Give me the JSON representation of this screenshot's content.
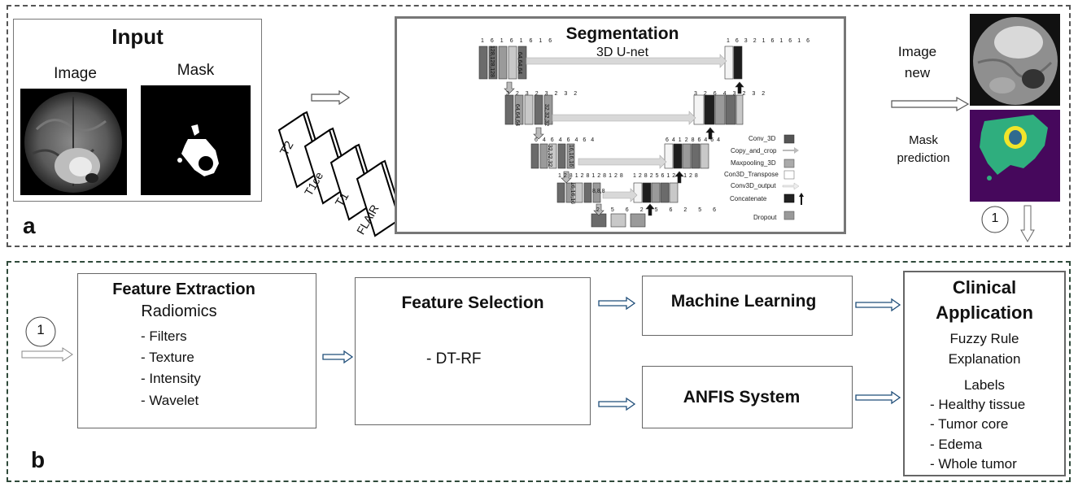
{
  "panel_a": {
    "label": "a",
    "input": {
      "title": "Input",
      "image_label": "Image",
      "mask_label": "Mask"
    },
    "modalities": [
      "T2",
      "T1ce",
      "T1",
      "FLAIR"
    ],
    "segmentation": {
      "title": "Segmentation",
      "subtitle": "3D U-net",
      "legend": [
        "Conv_3D",
        "Copy_and_crop",
        "Maxpooling_3D",
        "Con3D_Transpose",
        "Conv3D_output",
        "Concatenate",
        "Dropout"
      ],
      "channel_labels": {
        "l1_left": [
          "16",
          "16",
          "16",
          "16"
        ],
        "l2_left": [
          "32",
          "32",
          "32",
          "32"
        ],
        "l3_left": [
          "64",
          "64",
          "64",
          "64"
        ],
        "l4_left": [
          "128",
          "128",
          "128",
          "128"
        ],
        "bottom": [
          "256",
          "256",
          "256"
        ],
        "l4_right": [
          "128",
          "256",
          "128",
          "128"
        ],
        "l3_right": [
          "64",
          "128",
          "64",
          "64"
        ],
        "l2_right": [
          "32",
          "64",
          "32",
          "32"
        ],
        "l1_right": [
          "16",
          "32",
          "16",
          "16",
          "16"
        ]
      },
      "dim_labels": {
        "l1": "128,128,128",
        "l1_out": "64,64,64",
        "l2": "64,64,64",
        "l2_out": "32,32,32",
        "l3": "32,32,32",
        "l3_out": "16,16,16",
        "l4": "16,16,16",
        "l4_out": "8,8,8"
      }
    },
    "output": {
      "image_label_1": "Image",
      "image_label_2": "new",
      "mask_label_1": "Mask",
      "mask_label_2": "prediction"
    },
    "connector": "1"
  },
  "panel_b": {
    "label": "b",
    "connector": "1",
    "feature_extraction": {
      "title_1": "Feature Extraction",
      "title_2": "Radiomics",
      "items": [
        "- Filters",
        "- Texture",
        "- Intensity",
        "- Wavelet"
      ]
    },
    "feature_selection": {
      "title": "Feature Selection",
      "item": "- DT-RF"
    },
    "machine_learning": {
      "title": "Machine Learning"
    },
    "anfis": {
      "title": "ANFIS System"
    },
    "clinical": {
      "title_1": "Clinical",
      "title_2": "Application",
      "line_1": "Fuzzy Rule",
      "line_2": "Explanation",
      "labels_title": "Labels",
      "labels": [
        "- Healthy tissue",
        "- Tumor core",
        "- Edema",
        "- Whole tumor"
      ]
    }
  },
  "colors": {
    "panel_a_border": "#555555",
    "panel_b_border": "#2f4a3a",
    "arrow_blue": "#1f4e79",
    "mask_bg": "#46085c",
    "mask_green": "#2fae7e",
    "mask_yellow": "#f1e52a",
    "mask_blue": "#2f6a8f"
  }
}
